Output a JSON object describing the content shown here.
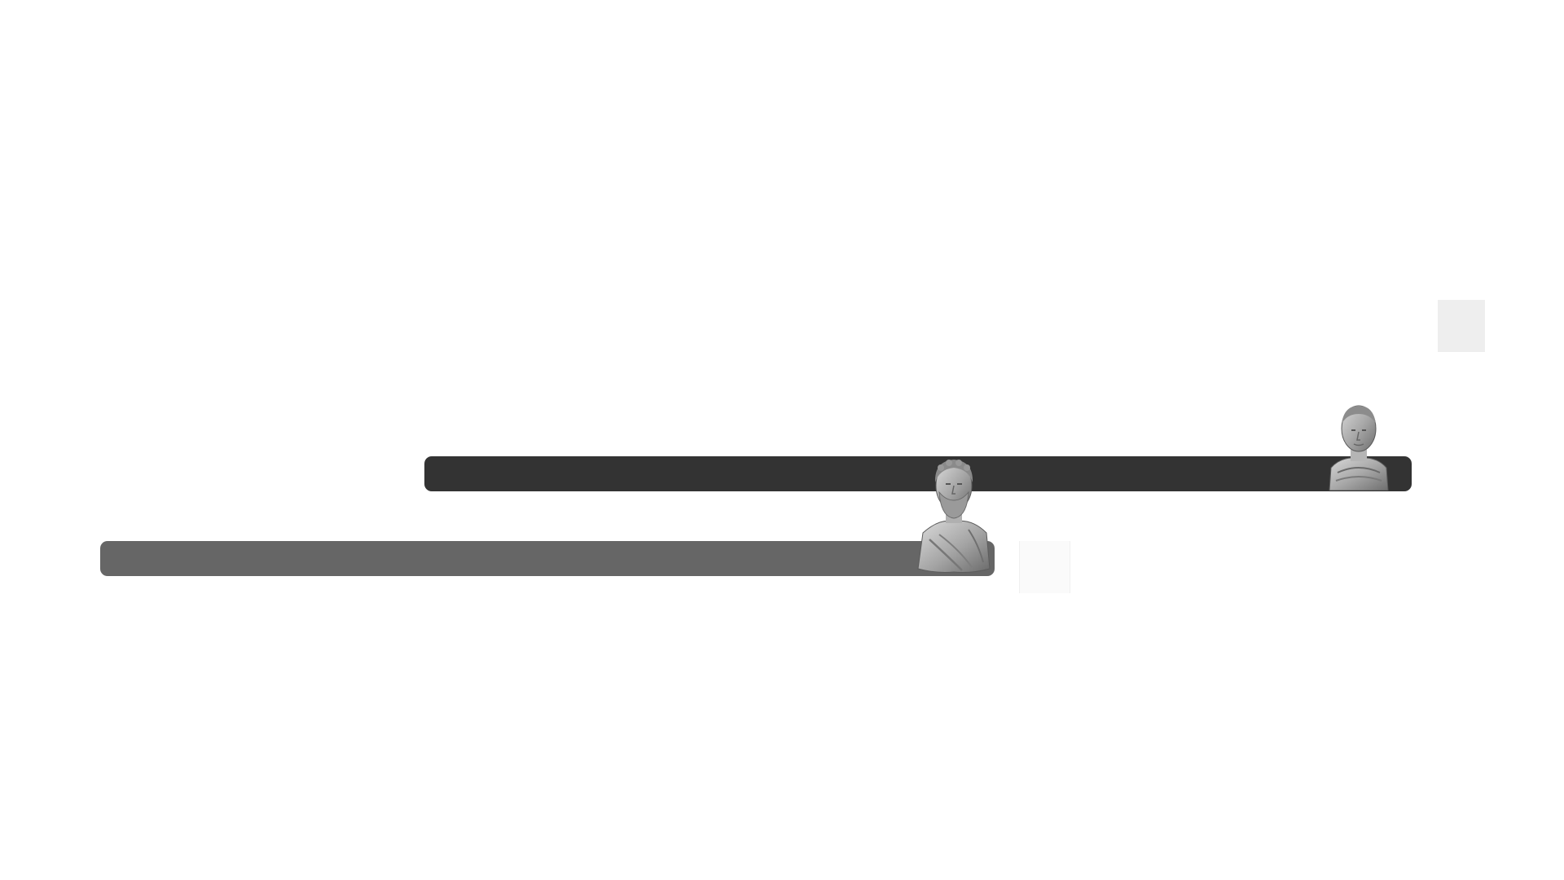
{
  "colors": {
    "background": "#ffffff",
    "upper_bar": "#333333",
    "lower_bar": "#666666",
    "side_button": "#eeeeee"
  },
  "timeline": {
    "bars": [
      {
        "name": "upper-bar",
        "color": "#333333",
        "figure": "emperor-bust-icon"
      },
      {
        "name": "lower-bar",
        "color": "#666666",
        "figure": "philosopher-bust-icon"
      }
    ]
  },
  "controls": {
    "side_button_icon": "blank-square"
  }
}
